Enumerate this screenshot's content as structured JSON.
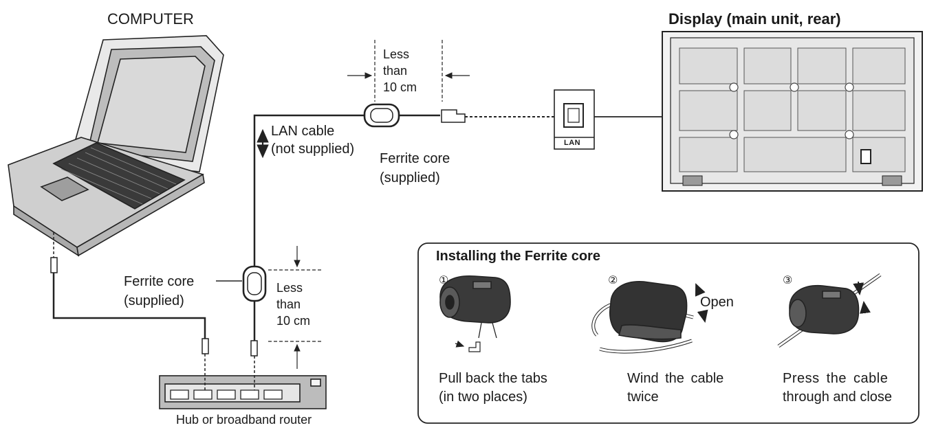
{
  "computer": {
    "label": "COMPUTER"
  },
  "display": {
    "title": "Display (main unit, rear)",
    "lan_port_label": "LAN"
  },
  "top_distance": {
    "line1": "Less",
    "line2": "than",
    "line3": "10 cm"
  },
  "lan_cable": {
    "line1": "LAN cable",
    "line2": "(not supplied)"
  },
  "ferrite_top": {
    "line1": "Ferrite core",
    "line2": "(supplied)"
  },
  "ferrite_bottom": {
    "line1": "Ferrite core",
    "line2": "(supplied)"
  },
  "bottom_distance": {
    "line1": "Less",
    "line2": "than",
    "line3": "10 cm"
  },
  "hub": {
    "label": "Hub or broadband router"
  },
  "installing": {
    "title": "Installing the Ferrite core",
    "steps": [
      {
        "num": "①",
        "line1": "Pull back the tabs",
        "line2": "(in two places)"
      },
      {
        "num": "②",
        "line1": "Wind the cable",
        "line2": "twice",
        "extra": "Open"
      },
      {
        "num": "③",
        "line1": "Press the cable",
        "line2": "through and close"
      }
    ]
  }
}
